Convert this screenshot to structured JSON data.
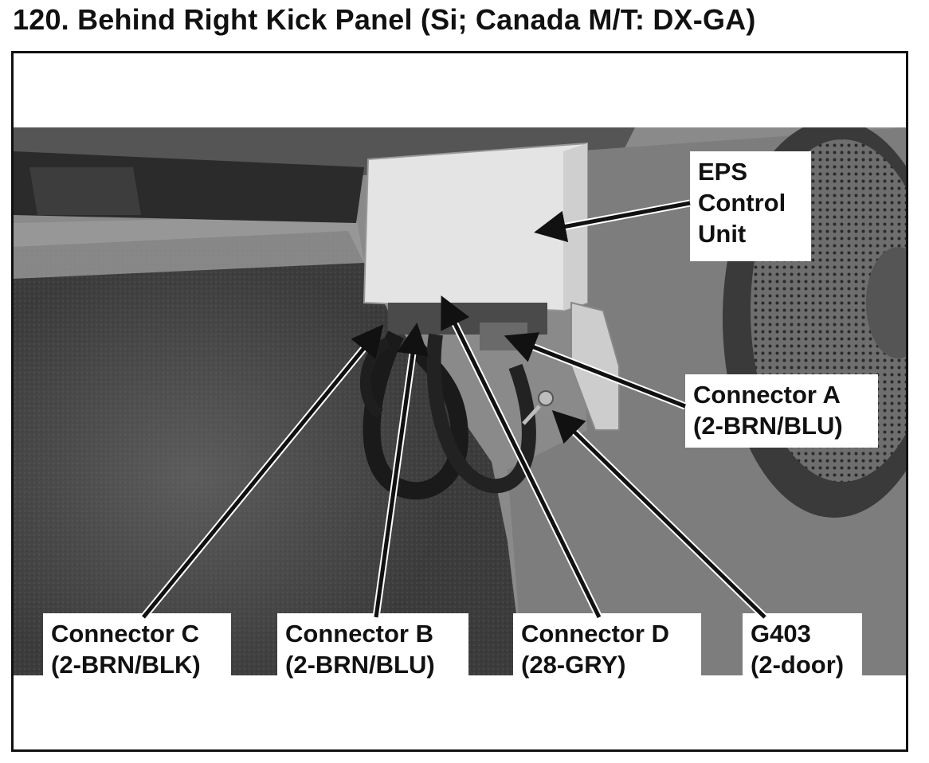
{
  "title": "120. Behind Right Kick Panel (Si; Canada M/T: DX-GA)",
  "colors": {
    "ink": "#111111",
    "carpet": "#3a3a3a",
    "panel": "#8c8c8c",
    "unit": "#e6e6e6"
  },
  "callouts": {
    "eps": {
      "line1": "EPS",
      "line2": "Control",
      "line3": "Unit"
    },
    "connector_a": {
      "line1": "Connector A",
      "line2": "(2-BRN/BLU)"
    },
    "connector_b": {
      "line1": "Connector B",
      "line2": "(2-BRN/BLU)"
    },
    "connector_c": {
      "line1": "Connector C",
      "line2": "(2-BRN/BLK)"
    },
    "connector_d": {
      "line1": "Connector D",
      "line2": "(28-GRY)"
    },
    "g403": {
      "line1": "G403",
      "line2": "(2-door)"
    }
  }
}
